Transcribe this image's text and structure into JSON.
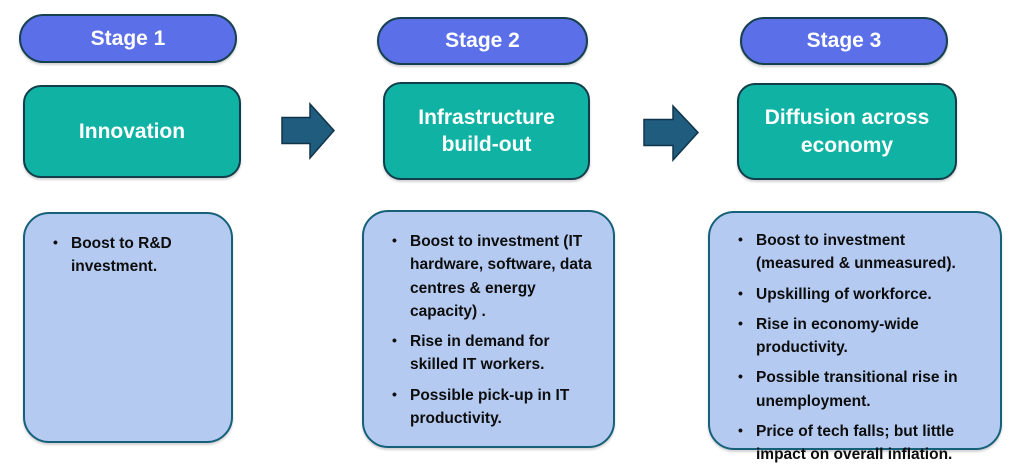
{
  "colors": {
    "pill_fill": "#5b6fe8",
    "pill_border": "#16414f",
    "title_fill": "#10b3a3",
    "title_border": "#123d4c",
    "bullet_box_fill": "#b4caf1",
    "bullet_box_border": "#16607a",
    "arrow_fill": "#1f5c7e",
    "arrow_outline": "#10354a",
    "heading_text": "#ffffff",
    "bullet_text": "#0d0d0d",
    "background": "#ffffff"
  },
  "arrows": [
    {
      "icon": "right-block-arrow"
    },
    {
      "icon": "right-block-arrow"
    }
  ],
  "stages": [
    {
      "label": "Stage 1",
      "title": "Innovation",
      "bullets": [
        "Boost to R&D investment."
      ]
    },
    {
      "label": "Stage 2",
      "title": "Infrastructure build-out",
      "bullets": [
        "Boost to investment (IT hardware, software, data centres & energy capacity) .",
        "Rise in demand for skilled IT workers.",
        "Possible pick-up in IT productivity."
      ]
    },
    {
      "label": "Stage 3",
      "title": "Diffusion across economy",
      "bullets": [
        "Boost to investment (measured & unmeasured).",
        "Upskilling of workforce.",
        "Rise in economy-wide productivity.",
        "Possible transitional rise in unemployment.",
        "Price of tech falls; but little impact on overall inflation."
      ]
    }
  ]
}
